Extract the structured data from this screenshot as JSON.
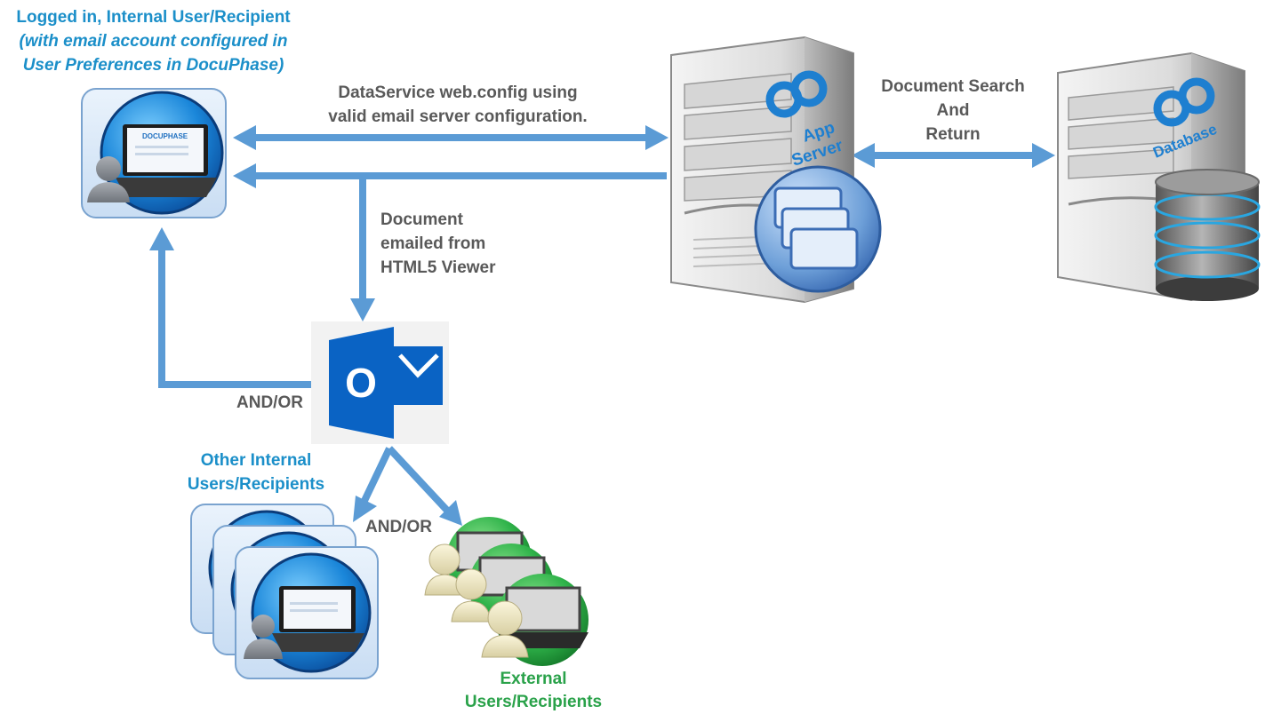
{
  "colors": {
    "arrow": "#5b9bd5",
    "internal_text": "#1b8fc9",
    "external_text": "#2aa24a",
    "body_text": "#595959",
    "outlook_blue": "#0a63c4"
  },
  "logged_in_user": {
    "line1": "Logged in, Internal User/Recipient",
    "line2": "(with email account configured in",
    "line3": "User Preferences in DocuPhase)",
    "icon": "laptop-user-icon"
  },
  "dataservice": {
    "line1": "DataService web.config using",
    "line2": "valid email server configuration."
  },
  "document_emailed": {
    "line1": "Document",
    "line2": "emailed from",
    "line3": "HTML5 Viewer"
  },
  "search": {
    "line1": "Document Search",
    "line2": "And",
    "line3": "Return"
  },
  "app_server": {
    "line1": "App",
    "line2": "Server",
    "icon": "server-tower-icon"
  },
  "database": {
    "label": "Database",
    "icon": "database-cylinder-icon"
  },
  "outlook": {
    "letter": "O",
    "icon": "outlook-icon"
  },
  "and_or_left": "AND/OR",
  "and_or_bottom": "AND/OR",
  "other_internal": {
    "line1": "Other Internal",
    "line2": "Users/Recipients"
  },
  "external": {
    "line1": "External",
    "line2": "Users/Recipients"
  },
  "brand": "DOCUPHASE"
}
